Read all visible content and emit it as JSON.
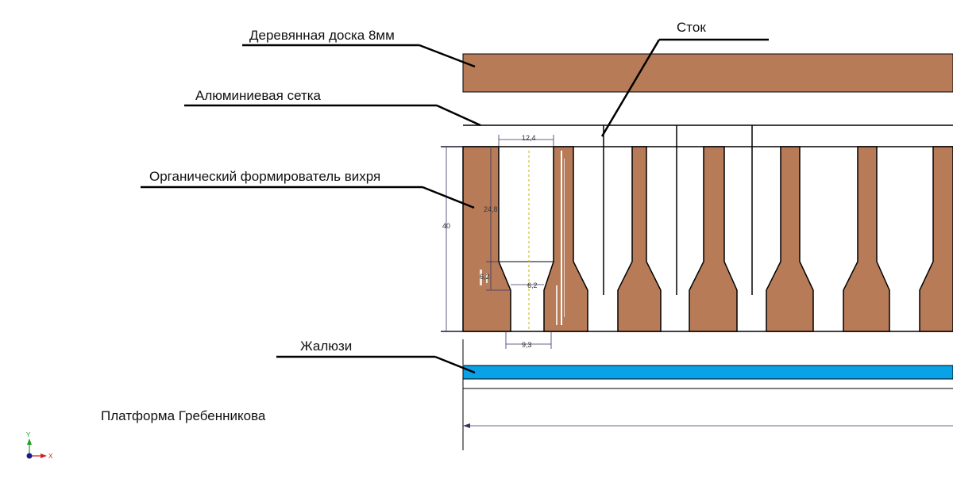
{
  "labels": {
    "wood_board": "Деревянная доска 8мм",
    "drain": "Сток",
    "aluminum_mesh": "Алюминиевая сетка",
    "organic_vortex": "Органический формирователь вихря",
    "blinds": "Жалюзи",
    "platform": "Платформа Гребенникова"
  },
  "dimensions": {
    "top_width": "12,4",
    "upper_height": "24,8",
    "total_height": "40",
    "taper_height": "6,2",
    "neck_width": "6,2",
    "bottom_width": "9,3"
  },
  "axis_labels": {
    "x": "X",
    "y": "Y"
  },
  "colors": {
    "wood": "#b87b58",
    "blinds": "#0aa2e6",
    "line": "#000000",
    "dim_line": "#333366",
    "axis_x": "#d02020",
    "axis_y": "#20a020",
    "axis_origin": "#1a1a8a"
  }
}
